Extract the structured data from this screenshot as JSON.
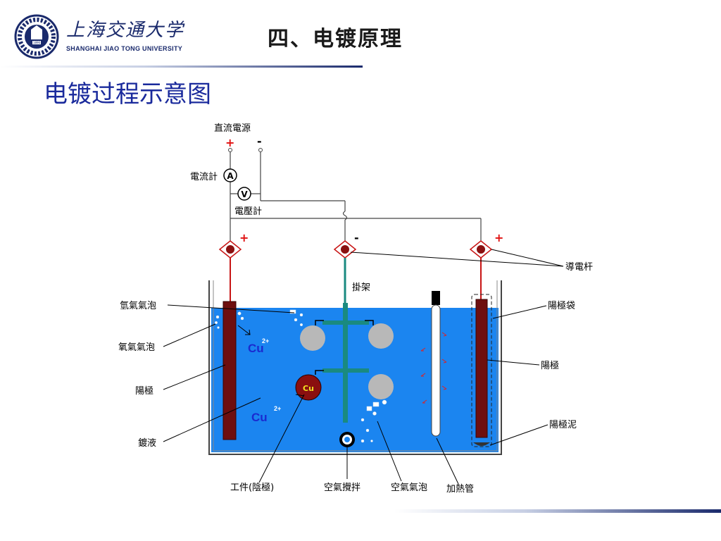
{
  "header": {
    "university_cn": "上海交通大学",
    "university_en": "SHANGHAI JIAO TONG UNIVERSITY",
    "logo_year": "1896",
    "slide_title": "四、电镀原理"
  },
  "subtitle": "电镀过程示意图",
  "diagram": {
    "power_supply": "直流電源",
    "plus": "+",
    "minus": "-",
    "ammeter": "電流計",
    "ammeter_symbol": "A",
    "voltmeter_symbol": "V",
    "voltmeter": "電壓計",
    "rack": "掛架",
    "conductive_rod": "導電杆",
    "hydrogen_bubbles": "氫氣氣泡",
    "oxygen_bubbles": "氧氣氣泡",
    "anode_left": "陽極",
    "plating_solution": "鍍液",
    "workpiece_cathode": "工件(陰極)",
    "air_agitation": "空氣攪拌",
    "air_bubbles": "空氣氣泡",
    "heating_tube": "加熱管",
    "anode_bag": "陽極袋",
    "anode_right": "陽極",
    "anode_sludge": "陽極泥",
    "cu_ion_base": "Cu",
    "cu_ion_charge": "2+",
    "cu_on_workpiece": "Cu",
    "colors": {
      "solution": "#1b85f0",
      "anode": "#6e0f0f",
      "rack": "#1a8a80",
      "workpiece": "#b8b8b8",
      "cu_deposit": "#8a0f0f",
      "wire_positive": "#c81414"
    }
  }
}
